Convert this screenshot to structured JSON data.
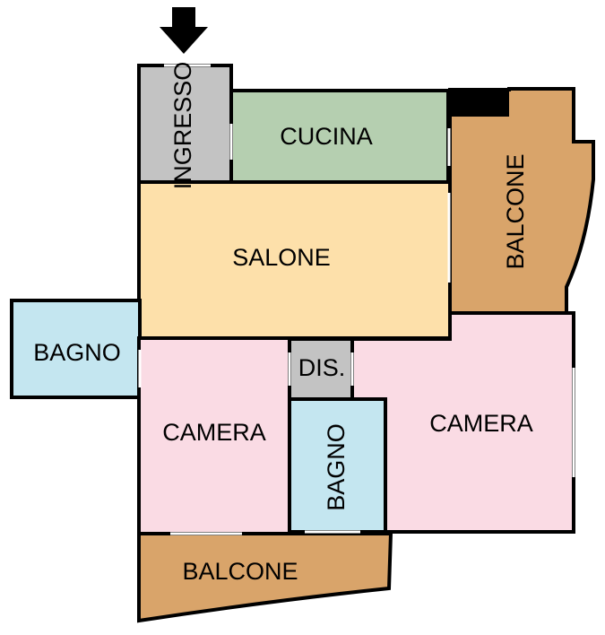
{
  "colors": {
    "ingresso": "#c3c3c3",
    "cucina": "#b5cfb0",
    "salone": "#fde0aa",
    "balcone": "#d9a46a",
    "bagno": "#c4e6f0",
    "camera": "#fadbe4",
    "disimpegno": "#c3c3c3",
    "walls": "#000000",
    "entrance_arrow": "#000000"
  },
  "icons": {
    "entrance": "arrow-down-icon"
  },
  "rooms": {
    "ingresso": "INGRESSO",
    "cucina": "CUCINA",
    "balcone_east": "BALCONE",
    "salone": "SALONE",
    "bagno_west": "BAGNO",
    "disimpegno": "DIS.",
    "camera_left": "CAMERA",
    "bagno_center": "BAGNO",
    "camera_right": "CAMERA",
    "balcone_south": "BALCONE"
  }
}
